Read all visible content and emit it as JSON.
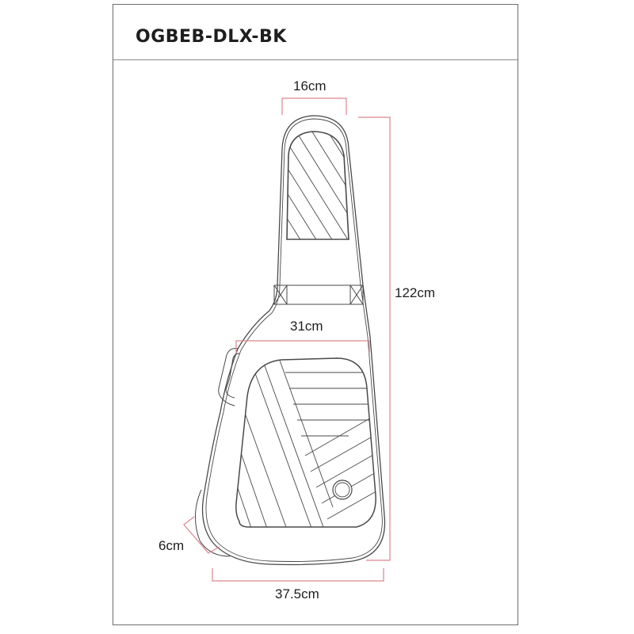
{
  "header": {
    "title": "OGBEB-DLX-BK"
  },
  "diagram": {
    "subject": "guitar-gig-bag",
    "line_color": "#4a4a4a",
    "dimension_color": "#d9868f",
    "dimensions": {
      "headstock_width": "16cm",
      "total_length": "122cm",
      "upper_bout_width": "31cm",
      "lower_bout_width": "37.5cm",
      "depth": "6cm"
    }
  }
}
